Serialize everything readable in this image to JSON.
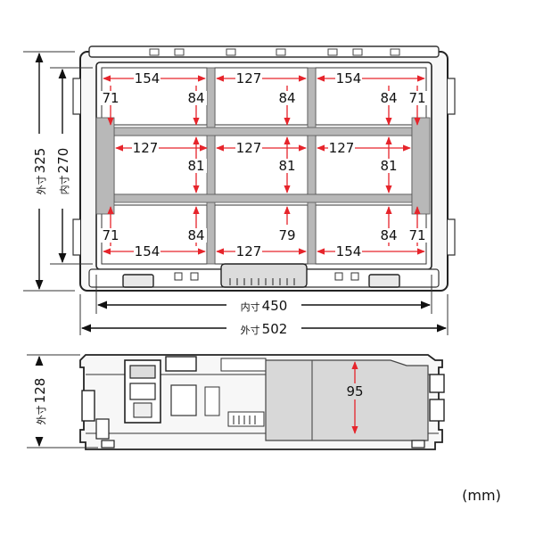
{
  "unit_label": "(mm)",
  "top_view": {
    "outer_height": {
      "prefix": "外寸",
      "value": "325"
    },
    "inner_height": {
      "prefix": "内寸",
      "value": "270"
    },
    "inner_width": {
      "prefix": "内寸",
      "value": "450"
    },
    "outer_width": {
      "prefix": "外寸",
      "value": "502"
    },
    "top_row": {
      "widths": [
        "154",
        "127",
        "154"
      ],
      "heights": [
        "71",
        "84",
        "84",
        "84",
        "71"
      ]
    },
    "middle_row": {
      "widths": [
        "127",
        "127",
        "127"
      ],
      "heights": [
        "81",
        "81",
        "81"
      ]
    },
    "bottom_row": {
      "widths": [
        "154",
        "127",
        "154"
      ],
      "heights": [
        "71",
        "84",
        "79",
        "84",
        "71"
      ]
    }
  },
  "side_view": {
    "outer_height": {
      "prefix": "外寸",
      "value": "128"
    },
    "inner_depth": "95"
  },
  "colors": {
    "dimension_red": "#e6242b",
    "panel_gray": "#b8b8b8",
    "frame_dark": "#222222"
  }
}
